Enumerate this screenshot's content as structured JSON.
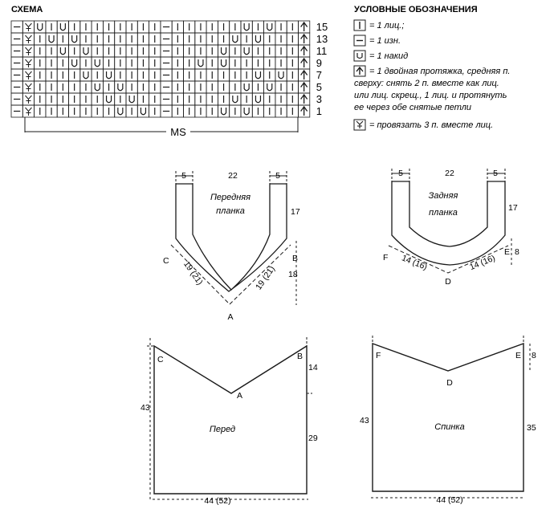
{
  "chart": {
    "title": "СХЕМА",
    "row_numbers": [
      "15",
      "13",
      "11",
      "9",
      "7",
      "5",
      "3",
      "1"
    ],
    "ms_label": "MS",
    "rows": [
      [
        "T",
        "D",
        "U",
        "I",
        "U",
        "I",
        "I",
        "I",
        "I",
        "I",
        "I",
        "I",
        "I",
        "-",
        "I",
        "I",
        "I",
        "I",
        "I",
        "I",
        "U",
        "I",
        "U",
        "I",
        "I",
        "A"
      ],
      [
        "T",
        "D",
        "I",
        "U",
        "I",
        "U",
        "I",
        "I",
        "I",
        "I",
        "I",
        "I",
        "I",
        "-",
        "I",
        "I",
        "I",
        "I",
        "I",
        "U",
        "I",
        "U",
        "I",
        "I",
        "I",
        "A"
      ],
      [
        "T",
        "D",
        "I",
        "I",
        "U",
        "I",
        "U",
        "I",
        "I",
        "I",
        "I",
        "I",
        "I",
        "-",
        "I",
        "I",
        "I",
        "I",
        "U",
        "I",
        "U",
        "I",
        "I",
        "I",
        "I",
        "A"
      ],
      [
        "T",
        "D",
        "I",
        "I",
        "I",
        "U",
        "I",
        "U",
        "I",
        "I",
        "I",
        "I",
        "I",
        "-",
        "I",
        "I",
        "U",
        "I",
        "U",
        "I",
        "I",
        "I",
        "I",
        "I",
        "I",
        "A"
      ],
      [
        "T",
        "D",
        "I",
        "I",
        "I",
        "I",
        "U",
        "I",
        "U",
        "I",
        "I",
        "I",
        "I",
        "-",
        "I",
        "I",
        "I",
        "I",
        "I",
        "I",
        "I",
        "U",
        "I",
        "U",
        "I",
        "A"
      ],
      [
        "T",
        "D",
        "I",
        "I",
        "I",
        "I",
        "I",
        "U",
        "I",
        "U",
        "I",
        "I",
        "I",
        "-",
        "I",
        "I",
        "I",
        "I",
        "I",
        "I",
        "U",
        "I",
        "U",
        "I",
        "I",
        "A"
      ],
      [
        "T",
        "D",
        "I",
        "I",
        "I",
        "I",
        "I",
        "I",
        "U",
        "I",
        "U",
        "I",
        "I",
        "-",
        "I",
        "I",
        "I",
        "I",
        "I",
        "U",
        "I",
        "U",
        "I",
        "I",
        "I",
        "A"
      ],
      [
        "T",
        "D",
        "I",
        "I",
        "I",
        "I",
        "I",
        "I",
        "I",
        "U",
        "I",
        "U",
        "I",
        "-",
        "I",
        "I",
        "I",
        "I",
        "U",
        "I",
        "U",
        "I",
        "I",
        "I",
        "I",
        "A"
      ]
    ]
  },
  "legend": {
    "title": "УСЛОВНЫЕ ОБОЗНАЧЕНИЯ",
    "items": [
      {
        "icon": "knit-stitch-icon",
        "lines": [
          "= 1 лиц.;"
        ]
      },
      {
        "icon": "purl-stitch-icon",
        "lines": [
          "= 1 изн."
        ]
      },
      {
        "icon": "yarn-over-icon",
        "lines": [
          "= 1 накид"
        ]
      },
      {
        "icon": "double-decrease-icon",
        "lines": [
          "= 1 двойная протяжка, средняя п.",
          "сверху: снять 2 п. вместе как лиц.",
          "или лиц. скрещ., 1 лиц. и протянуть",
          "ее через обе снятые петли"
        ]
      },
      {
        "icon": "k3tog-icon",
        "lines": [
          "= провязать 3 п. вместе лиц."
        ]
      }
    ]
  },
  "front_band": {
    "title": "Передняя",
    "title2": "планка",
    "top_width": "22",
    "strap_left": "5",
    "strap_right": "5",
    "strap_height": "17",
    "side_height": "18",
    "slope_left": "19 (21)",
    "slope_right": "19 (21)",
    "points": {
      "a": "A",
      "b": "B",
      "c": "C"
    }
  },
  "back_band": {
    "title": "Задняя",
    "title2": "планка",
    "top_width": "22",
    "strap_left": "5",
    "strap_right": "5",
    "strap_height": "17",
    "side_height": "8",
    "slope_left": "14 (16)",
    "slope_right": "14 (16)",
    "points": {
      "f": "F",
      "d": "D",
      "e": "E"
    }
  },
  "front": {
    "title": "Перед",
    "height_left": "43",
    "height_right": "29",
    "neck_depth": "14",
    "width": "44 (52)",
    "points": {
      "a": "A",
      "b": "B",
      "c": "C"
    }
  },
  "back": {
    "title": "Спинка",
    "height_left": "43",
    "height_right": "35",
    "neck_depth": "8",
    "width": "44 (52)",
    "points": {
      "f": "F",
      "d": "D",
      "e": "E"
    }
  },
  "colors": {
    "line": "#1a1a1a",
    "background": "#ffffff"
  }
}
